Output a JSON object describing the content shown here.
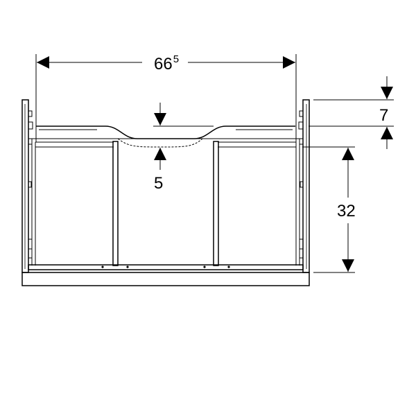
{
  "dimensions": {
    "width": {
      "main": "66",
      "sup": "5"
    },
    "top_offset": "7",
    "basin_depth": "5",
    "drawer_height": "32"
  },
  "colors": {
    "line": "#000000",
    "background": "#ffffff"
  }
}
